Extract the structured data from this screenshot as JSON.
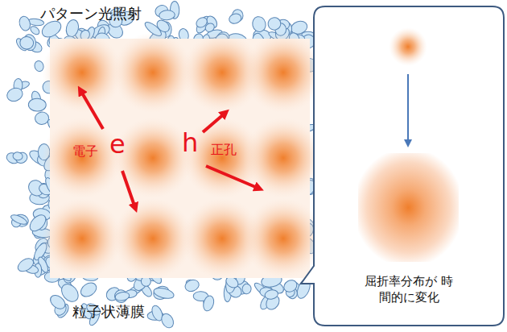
{
  "diagram": {
    "title": "パターン光照射",
    "caption": "粒子状薄膜",
    "nodes": [
      {
        "text": [
          "屈折率分布が 時間的に変化"
        ]
      }
    ],
    "labels": [
      "電子",
      "e",
      "h",
      "正孔"
    ]
  }
}
